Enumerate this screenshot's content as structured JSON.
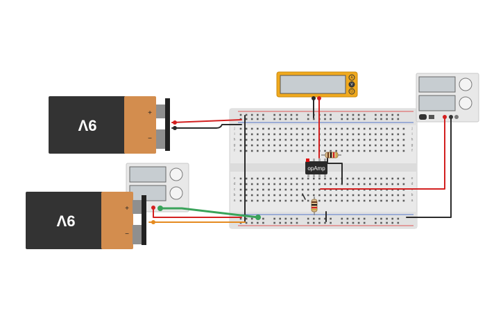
{
  "components": {
    "battery_top": {
      "label": "9V",
      "plus": "+",
      "minus": "−"
    },
    "battery_bottom": {
      "label": "9V",
      "plus": "+",
      "minus": "−"
    },
    "multimeter": {
      "buttons": [
        "A",
        "V",
        "Ω"
      ]
    },
    "power_supply_right": {},
    "power_supply_left": {},
    "op_amp": {
      "label": "opAmp"
    },
    "breadboard": {
      "row_letters_top": [
        "a",
        "b",
        "c",
        "d",
        "e"
      ],
      "row_letters_bottom": [
        "f",
        "g",
        "h",
        "i",
        "j"
      ],
      "column_count": 30
    }
  },
  "colors": {
    "battery_body": "#333333",
    "battery_cap": "#d38d4e",
    "multimeter_frame": "#f0a91e",
    "breadboard": "#e9e9e9",
    "wire_red": "#d31f1f",
    "wire_black": "#2a2a2a",
    "wire_green": "#3aa35a",
    "wire_orange": "#e58a1f",
    "rail_red": "#e05555",
    "rail_blue": "#5577cc"
  }
}
